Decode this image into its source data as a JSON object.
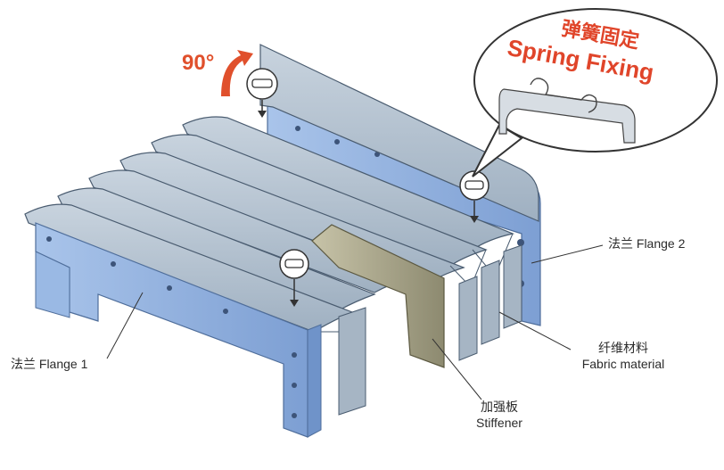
{
  "angle_label": "90°",
  "detail": {
    "title_cn": "弹簧固定",
    "title_en": "Spring Fixing"
  },
  "labels": {
    "flange1": "法兰 Flange 1",
    "flange2": "法兰 Flange 2",
    "fabric_cn": "纤维材料",
    "fabric_en": "Fabric material",
    "stiffener_cn": "加强板",
    "stiffener_en": "Stiffener"
  },
  "colors": {
    "plate": "#b9c6d3",
    "plate_shadow": "#8fa1b3",
    "flange": "#8fb1e0",
    "flange_dark": "#6f93c9",
    "stiffener": "#a8a48a",
    "accent": "#e0502c"
  }
}
